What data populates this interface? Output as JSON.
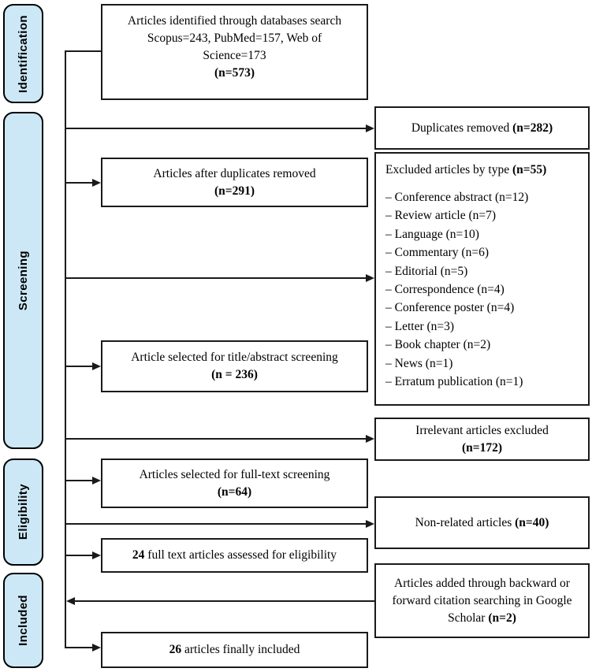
{
  "diagram_title": "PRISMA article selection flow diagram",
  "colors": {
    "stage_fill": "#cce8f6",
    "box_border": "#1a1a1a",
    "line": "#1a1a1a"
  },
  "sidebar": {
    "stages": [
      {
        "label": "Identification"
      },
      {
        "label": "Screening"
      },
      {
        "label": "Eligibility"
      },
      {
        "label": "Included"
      }
    ]
  },
  "flow": {
    "identified": {
      "lines": [
        "Articles identified through databases search",
        "Scopus=243, PubMed=157, Web of",
        "Science=173"
      ],
      "bold": "(n=573)"
    },
    "after_duplicates": {
      "text": "Articles after duplicates removed",
      "bold": "(n=291)"
    },
    "title_abstract": {
      "text": "Article selected for title/abstract screening",
      "bold": "(n = 236)"
    },
    "full_text": {
      "text": "Articles selected for full-text screening",
      "bold": "(n=64)"
    },
    "assessed": {
      "bold": "24",
      "text": " full text articles assessed for eligibility"
    },
    "final_included": {
      "bold": "26",
      "text": " articles finally included"
    }
  },
  "right_boxes": {
    "duplicates": {
      "text": "Duplicates removed ",
      "bold": "(n=282)"
    },
    "excluded": {
      "heading_text": "Excluded articles by type ",
      "heading_bold": "(n=55)",
      "items": [
        "– Conference abstract (n=12)",
        "– Review article (n=7)",
        "– Language (n=10)",
        "– Commentary (n=6)",
        "– Editorial (n=5)",
        "– Correspondence (n=4)",
        "– Conference poster (n=4)",
        "– Letter (n=3)",
        "– Book chapter (n=2)",
        "– News (n=1)",
        "– Erratum publication (n=1)"
      ]
    },
    "irrelevant": {
      "text": "Irrelevant articles excluded",
      "bold": "(n=172)"
    },
    "non_related": {
      "text": "Non-related articles ",
      "bold": "(n=40)"
    },
    "citation": {
      "text": "Articles added through backward or forward citation searching in Google Scholar ",
      "bold": "(n=2)"
    }
  }
}
